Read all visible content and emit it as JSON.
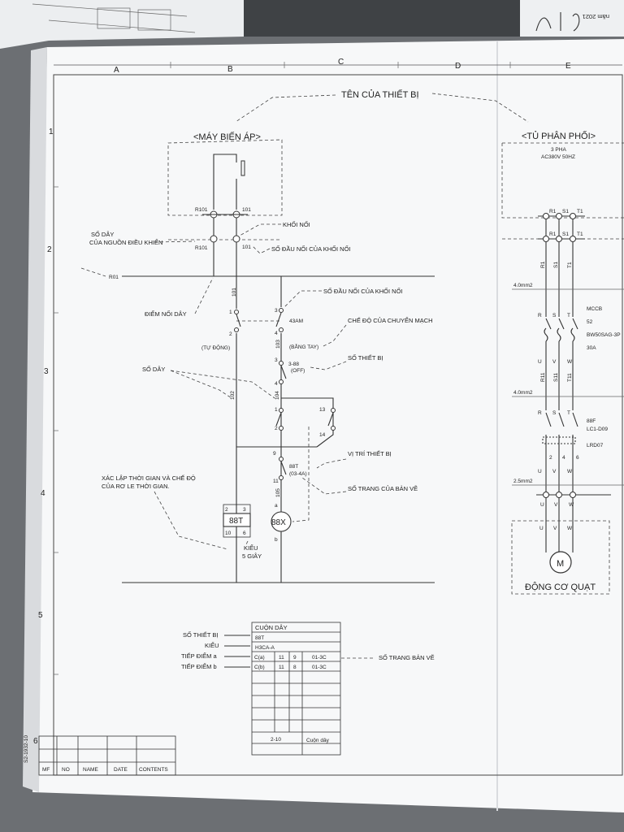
{
  "columns": [
    "A",
    "B",
    "C",
    "D",
    "E"
  ],
  "rows": [
    "1",
    "2",
    "3",
    "4",
    "5",
    "6"
  ],
  "doc_code": "S2-1932-10",
  "corner_date": "năm 2021",
  "header": {
    "device_name": "TÊN CỦA THIẾT BỊ"
  },
  "transformer": {
    "title": "<MÁY BIẾN ÁP>",
    "t_r101a": "R101",
    "t_101a": "101",
    "t_r101b": "R101",
    "t_101b": "101"
  },
  "panel": {
    "title": "<TỦ PHÂN PHỐI>",
    "spec1": "3 PHA",
    "spec2": "AC380V 50HZ",
    "r1": "R1",
    "s1": "S1",
    "t1": "T1",
    "wire1": "4.0mm2",
    "wire2": "4.0mm2",
    "wire3": "2.5mm2",
    "mccb": "MCCB",
    "n52": "52",
    "bw": "BW50SAG-3P",
    "a30": "30A",
    "r": "R",
    "s": "S",
    "t": "T",
    "u": "U",
    "v": "V",
    "w": "W",
    "r11": "R11",
    "s11": "S11",
    "t11": "T11",
    "n88f": "88F",
    "lc1": "LC1-D09",
    "lrd": "LRD07",
    "n2": "2",
    "n4": "4",
    "n6": "6",
    "motor": "M",
    "motor_title": "ĐỘNG CƠ QUẠT"
  },
  "labels": {
    "so_day_nguon_1": "SỐ DÂY",
    "so_day_nguon_2": "CỦA NGUỒN ĐIỀU KHIỂN",
    "khoi_noi": "KHỐI NỐI",
    "so_dau_noi_khoi_noi_1": "SỐ ĐẦU NỐI CỦA KHỐI NỐI",
    "r01": "R01",
    "so_dau_noi_khoi_noi_2": "SỐ ĐẦU NỐI CỦA KHỐI NỐI",
    "diem_noi_day": "ĐIỂM NỐI DÂY",
    "che_do_chuyen_mach": "CHẾ ĐỘ CỦA CHUYỂN MẠCH",
    "so_thiet_bi": "SỐ THIẾT BỊ",
    "so_day": "SỐ DÂY",
    "vi_tri_thiet_bi": "VỊ TRÍ THIẾT BỊ",
    "so_trang_ban_ve": "SỐ TRANG CỦA BẢN VẼ",
    "xac_lap_1": "XÁC LẬP THỜI GIAN VÀ CHẾ ĐỘ",
    "xac_lap_2": "CỦA RƠ LE THỜI GIAN.",
    "kieu": "KIỂU",
    "giay": "5 GIÂY"
  },
  "circuit": {
    "w101": "101",
    "w103": "103",
    "w104": "104",
    "w102": "102",
    "w105": "105",
    "n1": "1",
    "n2": "2",
    "n3": "3",
    "n4": "4",
    "tu_dong": "(TỰ ĐỘNG)",
    "am43": "43AM",
    "bang_tay": "(BẰNG TAY)",
    "n3b": "3",
    "s388": "3-88",
    "off": "(OFF)",
    "n4b": "4",
    "n1b": "1",
    "n2b": "2",
    "n13": "13",
    "n14": "14",
    "n9": "9",
    "t88": "88T",
    "t88pg": "(03-4A)",
    "n11": "11",
    "ta": "a",
    "tb": "b",
    "c2": "2",
    "c3": "3",
    "c10": "10",
    "c6": "6",
    "coil_88t": "88T",
    "coil_88x": "88X"
  },
  "legend": {
    "so_thiet_bi": "SỐ THIẾT BỊ",
    "kieu": "KIỂU",
    "tiep_diem_a": "TIẾP ĐIỂM a",
    "tiep_diem_b": "TIẾP ĐIỂM b",
    "so_trang_ban_ve": "SỐ TRANG BẢN VẼ"
  },
  "coil_table": {
    "header": "CUỘN DÂY",
    "device": "88T",
    "type": "H3CA-A",
    "row_a": [
      "C(a)",
      "11",
      "9",
      "01-3C"
    ],
    "row_b": [
      "C(b)",
      "11",
      "8",
      "01-3C"
    ],
    "foot_num": "2-10",
    "foot_label": "Cuộn dây"
  },
  "title_block": [
    "MF",
    "NO",
    "NAME",
    "DATE",
    "CONTENTS"
  ]
}
